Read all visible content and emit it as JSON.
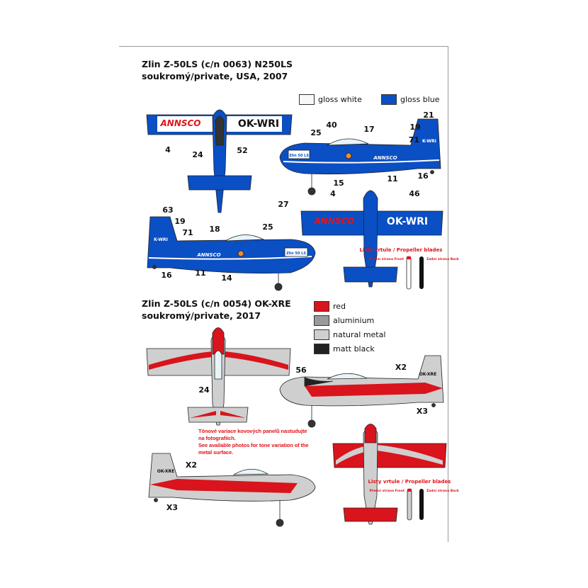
{
  "scheme1": {
    "title_line1": "Zlin Z-50LS (c/n 0063) N250LS",
    "title_line2": "soukromý/private, USA, 2007",
    "legend": [
      {
        "label": "gloss white",
        "color": "#f8f8f8"
      },
      {
        "label": "gloss blue",
        "color": "#0a4fc4"
      }
    ],
    "wing_logo": "ANNSCO",
    "registration": "OK-WRI",
    "tail_reg": "K-WRI",
    "fuselage_text": "Zlin 50 LS",
    "callouts_top": [
      "4",
      "24",
      "52"
    ],
    "callouts_side_right": [
      "40",
      "17",
      "25",
      "21",
      "19",
      "71",
      "15",
      "11",
      "16"
    ],
    "callouts_bottom": [
      "4",
      "46",
      "27"
    ],
    "callouts_side_left": [
      "63",
      "19",
      "71",
      "18",
      "25",
      "16",
      "11",
      "14"
    ],
    "prop_title": "Listy vrtule / Propeller blades",
    "prop_front": "Přední strana Front",
    "prop_back": "Zadní strana Back"
  },
  "scheme2": {
    "title_line1": "Zlin Z-50LS (c/n 0054) OK-XRE",
    "title_line2": "soukromý/private, 2017",
    "legend": [
      {
        "label": "red",
        "color": "#d9141c"
      },
      {
        "label": "aluminium",
        "color": "#9a9a9a"
      },
      {
        "label": "natural metal",
        "color": "#cfcfcf"
      },
      {
        "label": "matt black",
        "color": "#222222"
      }
    ],
    "registration": "OK-XRE",
    "callouts_top": [
      "24"
    ],
    "callouts_side_right": [
      "56",
      "X2",
      "X3"
    ],
    "callouts_side_left": [
      "X2",
      "X3"
    ],
    "note": [
      "Tónové variace kovových panelů nastudujte",
      "na  fotografiích.",
      "See available photos for tone variation of the",
      "metal surface."
    ],
    "prop_title": "Listy vrtule / Propeller blades",
    "prop_front": "Přední strana Front",
    "prop_back": "Zadní strana Back"
  }
}
